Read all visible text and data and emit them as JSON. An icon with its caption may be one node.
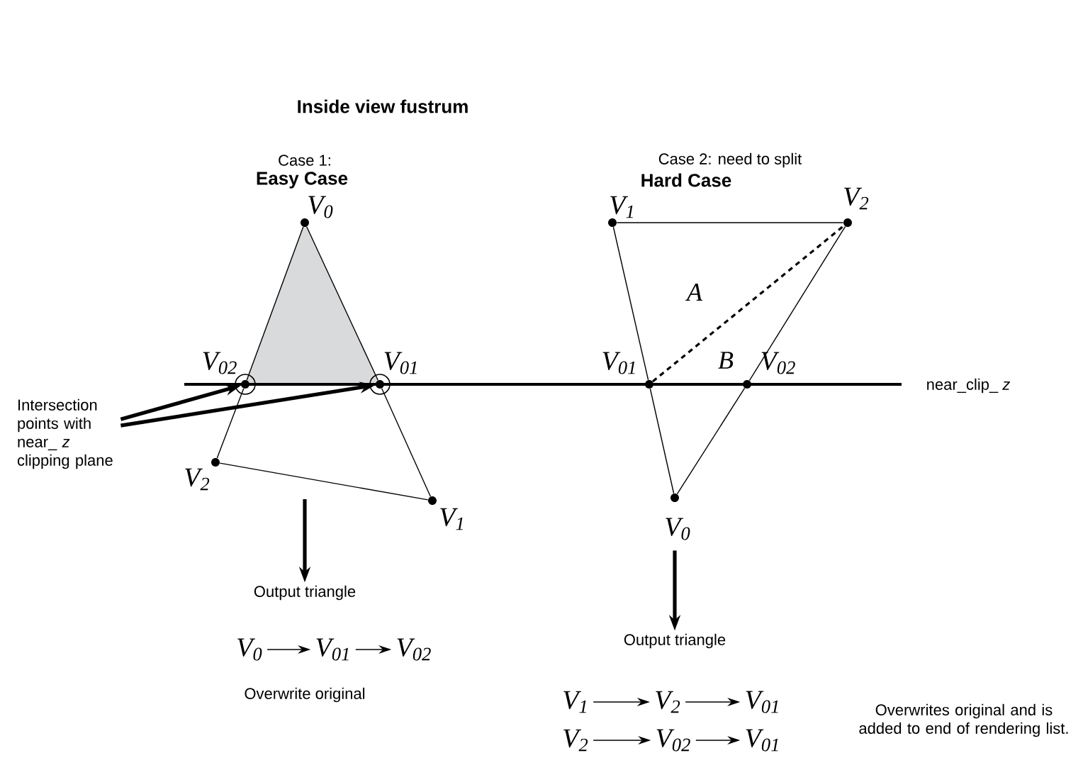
{
  "diagram": {
    "title": "Inside view fustrum",
    "nodes": [
      {
        "text": [
          "V$_{0}$"
        ]
      },
      {
        "text": [
          "V$_{02}$"
        ]
      },
      {
        "text": [
          "V$_{01}$"
        ]
      },
      {
        "text": [
          "V$_{2}$"
        ]
      },
      {
        "text": [
          "V$_{1}$"
        ]
      },
      {
        "text": [
          "Intersection points with near_ *z* clipping plane"
        ]
      },
      {
        "text": [
          "V$_{1}$"
        ]
      },
      {
        "text": [
          "V$_{2}$"
        ]
      },
      {
        "text": [
          "V$_{01}$"
        ]
      },
      {
        "text": [
          "V$_{02}$"
        ]
      },
      {
        "text": [
          "V$_{0}$"
        ]
      },
      {
        "text": [
          "Output triangle"
        ]
      },
      {
        "text": [
          "V$_{0}$"
        ]
      },
      {
        "text": [
          "V$_{01}$"
        ]
      },
      {
        "text": [
          "V$_{02}$"
        ]
      },
      {
        "text": [
          "Output triangle"
        ]
      },
      {
        "text": [
          "V$_{1}$"
        ]
      },
      {
        "text": [
          "V$_{2}$"
        ]
      },
      {
        "text": [
          "V$_{01}$"
        ]
      },
      {
        "text": [
          "V$_{2}$"
        ]
      },
      {
        "text": [
          "V$_{02}$"
        ]
      },
      {
        "text": [
          "V$_{01}$"
        ]
      }
    ],
    "edges": [
      {
        "from": 0,
        "to": 1,
        "arrow": "none"
      },
      {
        "from": 1,
        "to": 3,
        "arrow": "none"
      },
      {
        "from": 0,
        "to": 2,
        "arrow": "none"
      },
      {
        "from": 2,
        "to": 4,
        "arrow": "none"
      },
      {
        "from": 3,
        "to": 4,
        "arrow": "none"
      },
      {
        "from": 5,
        "to": 1,
        "arrow": "to",
        "style": "thick"
      },
      {
        "from": 5,
        "to": 2,
        "arrow": "to",
        "style": "thick"
      },
      {
        "from": 6,
        "to": 7,
        "arrow": "none"
      },
      {
        "from": 6,
        "to": 8,
        "arrow": "none"
      },
      {
        "from": 8,
        "to": 10,
        "arrow": "none"
      },
      {
        "from": 7,
        "to": 9,
        "arrow": "none"
      },
      {
        "from": 9,
        "to": 10,
        "arrow": "none"
      },
      {
        "from": 8,
        "to": 7,
        "arrow": "none",
        "style": "dashed"
      },
      {
        "from": null,
        "to": 11,
        "arrow": "to",
        "style": "thick"
      },
      {
        "from": 12,
        "to": 13,
        "arrow": "to"
      },
      {
        "from": 13,
        "to": 14,
        "arrow": "to"
      },
      {
        "from": 10,
        "to": 15,
        "arrow": "to",
        "style": "thick"
      },
      {
        "from": 16,
        "to": 17,
        "arrow": "to"
      },
      {
        "from": 17,
        "to": 18,
        "arrow": "to"
      },
      {
        "from": 19,
        "to": 20,
        "arrow": "to"
      },
      {
        "from": 20,
        "to": 21,
        "arrow": "to"
      }
    ],
    "labels": [
      "Case 1:",
      "Case 2: need to split",
      "Easy Case",
      "Hard Case",
      "A",
      "B",
      "near_clip_ *z*",
      "Overwrite original",
      "Overwrites original and is added to end of rendering list."
    ]
  }
}
